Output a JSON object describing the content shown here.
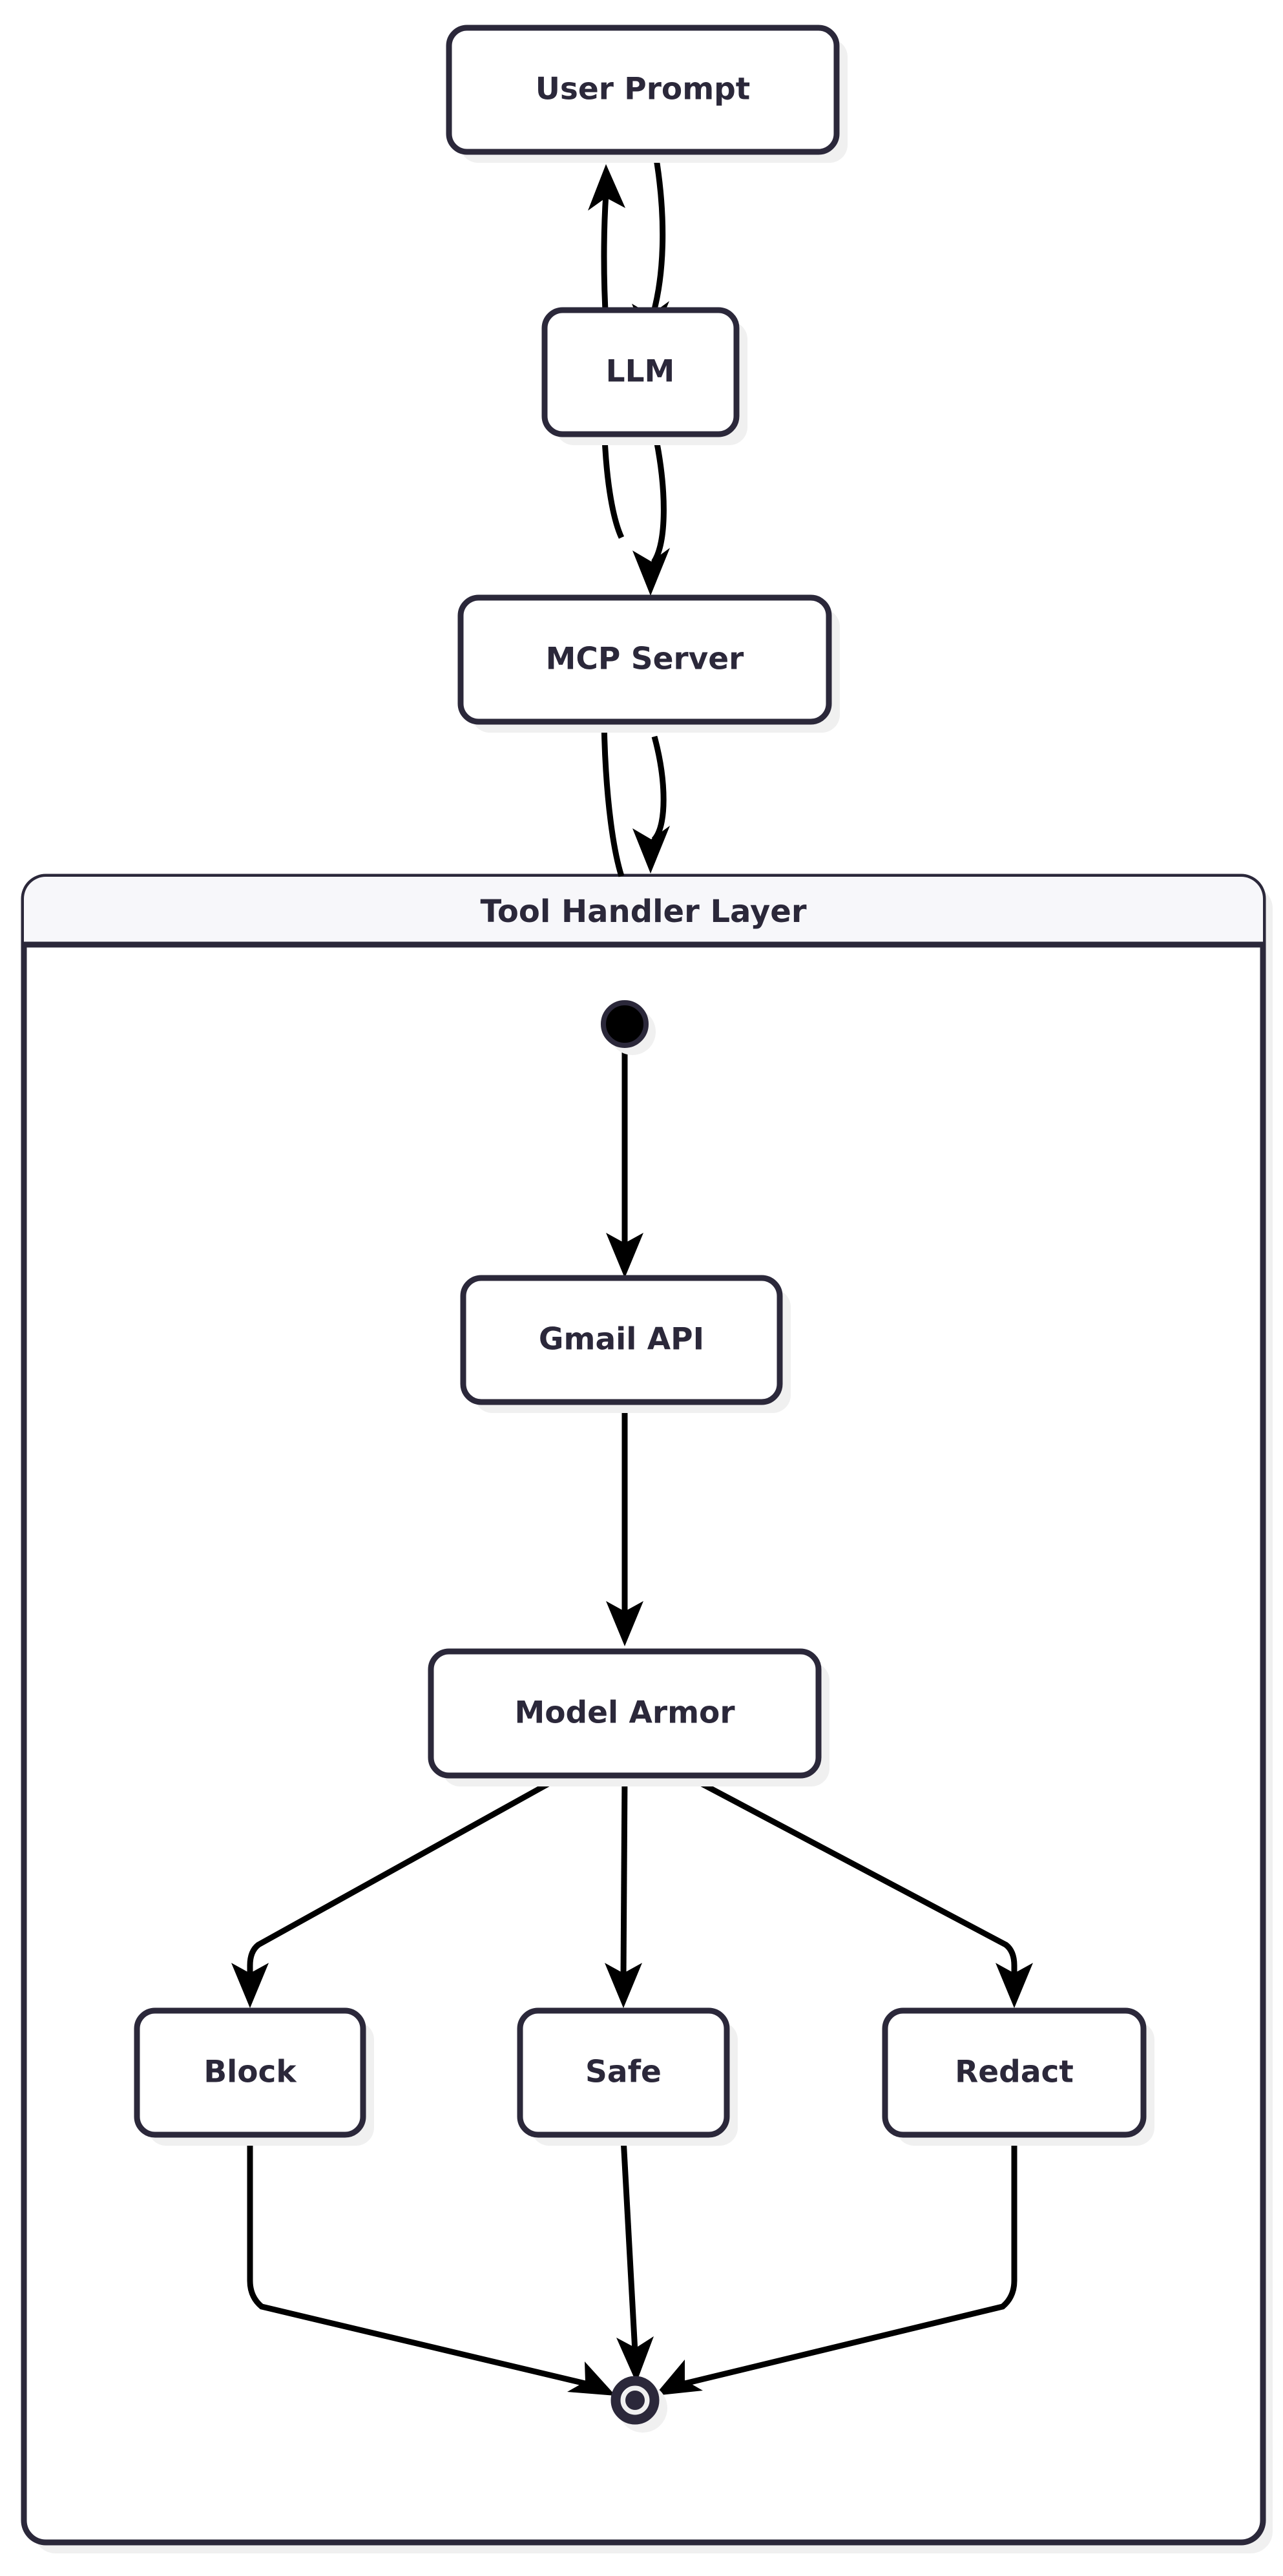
{
  "diagram": {
    "type": "state-diagram",
    "title": "Tool Handler Layer flow",
    "colors": {
      "node_stroke": "#2b283a",
      "node_fill": "#ffffff",
      "edge_stroke": "#000000",
      "cluster_header_fill": "#f7f7fa",
      "shadow": "#f0f0f0",
      "background": "#ffffff"
    },
    "cluster": {
      "label": "Tool Handler Layer"
    },
    "nodes": [
      {
        "id": "user_prompt",
        "label": "User Prompt",
        "shape": "rounded-rect"
      },
      {
        "id": "llm",
        "label": "LLM",
        "shape": "rounded-rect"
      },
      {
        "id": "mcp_server",
        "label": "MCP Server",
        "shape": "rounded-rect"
      },
      {
        "id": "start",
        "label": "",
        "shape": "start-circle"
      },
      {
        "id": "gmail_api",
        "label": "Gmail API",
        "shape": "rounded-rect"
      },
      {
        "id": "model_armor",
        "label": "Model Armor",
        "shape": "rounded-rect"
      },
      {
        "id": "block",
        "label": "Block",
        "shape": "rounded-rect"
      },
      {
        "id": "safe",
        "label": "Safe",
        "shape": "rounded-rect"
      },
      {
        "id": "redact",
        "label": "Redact",
        "shape": "rounded-rect"
      },
      {
        "id": "end",
        "label": "",
        "shape": "end-circle"
      }
    ],
    "edges": [
      {
        "from": "user_prompt",
        "to": "llm",
        "label": ""
      },
      {
        "from": "llm",
        "to": "user_prompt",
        "label": ""
      },
      {
        "from": "llm",
        "to": "mcp_server",
        "label": ""
      },
      {
        "from": "mcp_server",
        "to": "llm",
        "label": ""
      },
      {
        "from": "mcp_server",
        "to": "cluster",
        "label": ""
      },
      {
        "from": "cluster",
        "to": "mcp_server",
        "label": ""
      },
      {
        "from": "start",
        "to": "gmail_api",
        "label": ""
      },
      {
        "from": "gmail_api",
        "to": "model_armor",
        "label": ""
      },
      {
        "from": "model_armor",
        "to": "block",
        "label": ""
      },
      {
        "from": "model_armor",
        "to": "safe",
        "label": ""
      },
      {
        "from": "model_armor",
        "to": "redact",
        "label": ""
      },
      {
        "from": "block",
        "to": "end",
        "label": ""
      },
      {
        "from": "safe",
        "to": "end",
        "label": ""
      },
      {
        "from": "redact",
        "to": "end",
        "label": ""
      }
    ]
  }
}
